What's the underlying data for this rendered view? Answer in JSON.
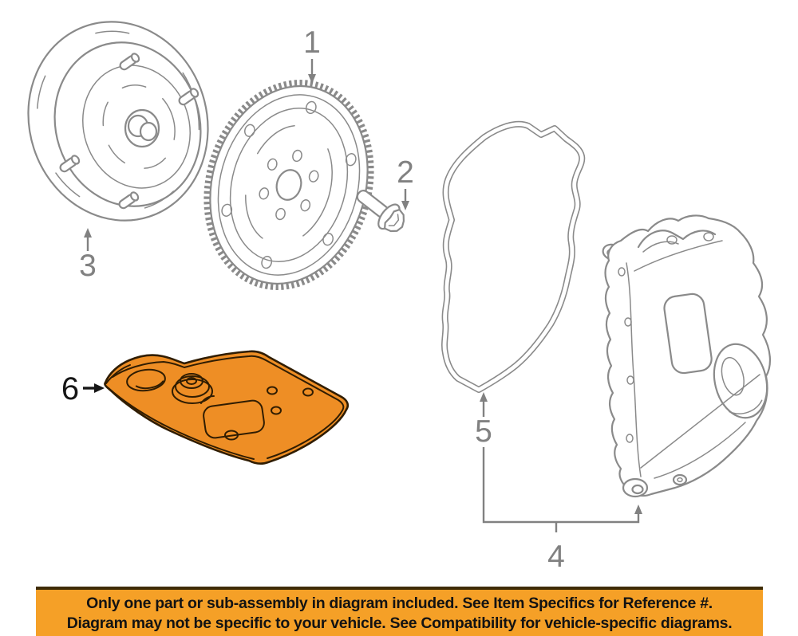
{
  "colors": {
    "page_bg": "#ffffff",
    "line_gray": "#8a8a8a",
    "label_gray": "#818181",
    "black": "#161616",
    "part_orange": "#EE8E25",
    "part_outline": "#301d02",
    "banner_bg": "#F5A027",
    "banner_border": "#3f2c05",
    "banner_text": "#131313"
  },
  "callouts": [
    {
      "number": "1"
    },
    {
      "number": "2"
    },
    {
      "number": "3"
    },
    {
      "number": "4"
    },
    {
      "number": "5"
    },
    {
      "number": "6"
    }
  ],
  "banner": {
    "line1": "Only one part or sub-assembly in diagram included. See Item Specifics for Reference #.",
    "line2": "Diagram may not be specific to your vehicle. See Compatibility for vehicle-specific diagrams."
  }
}
